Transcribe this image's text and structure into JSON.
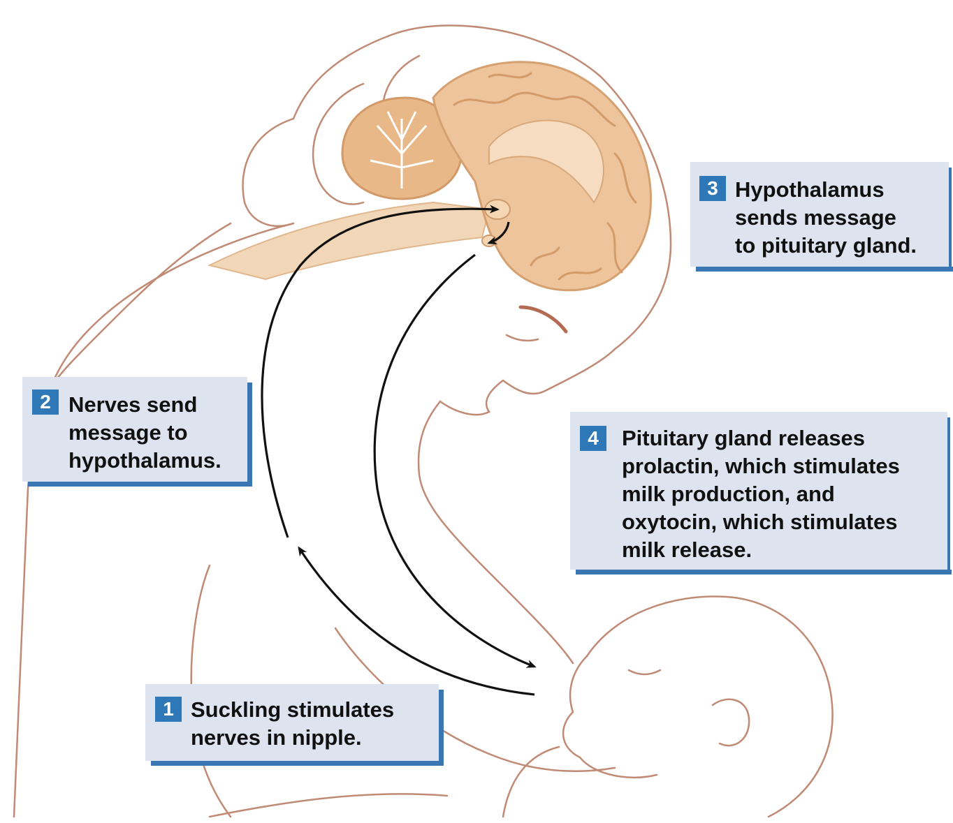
{
  "steps": [
    {
      "number": "1",
      "text": "Suckling stimulates\nnerves in nipple."
    },
    {
      "number": "2",
      "text": "Nerves send\nmessage to\nhypothalamus."
    },
    {
      "number": "3",
      "text": "Hypothalamus\nsends message\nto pituitary gland."
    },
    {
      "number": "4",
      "text": "Pituitary gland releases\nprolactin, which stimulates\nmilk production, and\noxytocin, which stimulates\nmilk release."
    }
  ],
  "colors": {
    "callout_fill": "#dde4ef",
    "callout_shadow": "#3a77b2",
    "badge_fill": "#2f78b8",
    "outline": "#c08a74",
    "brain_fill": "#edc49b",
    "arrow": "#111111"
  }
}
